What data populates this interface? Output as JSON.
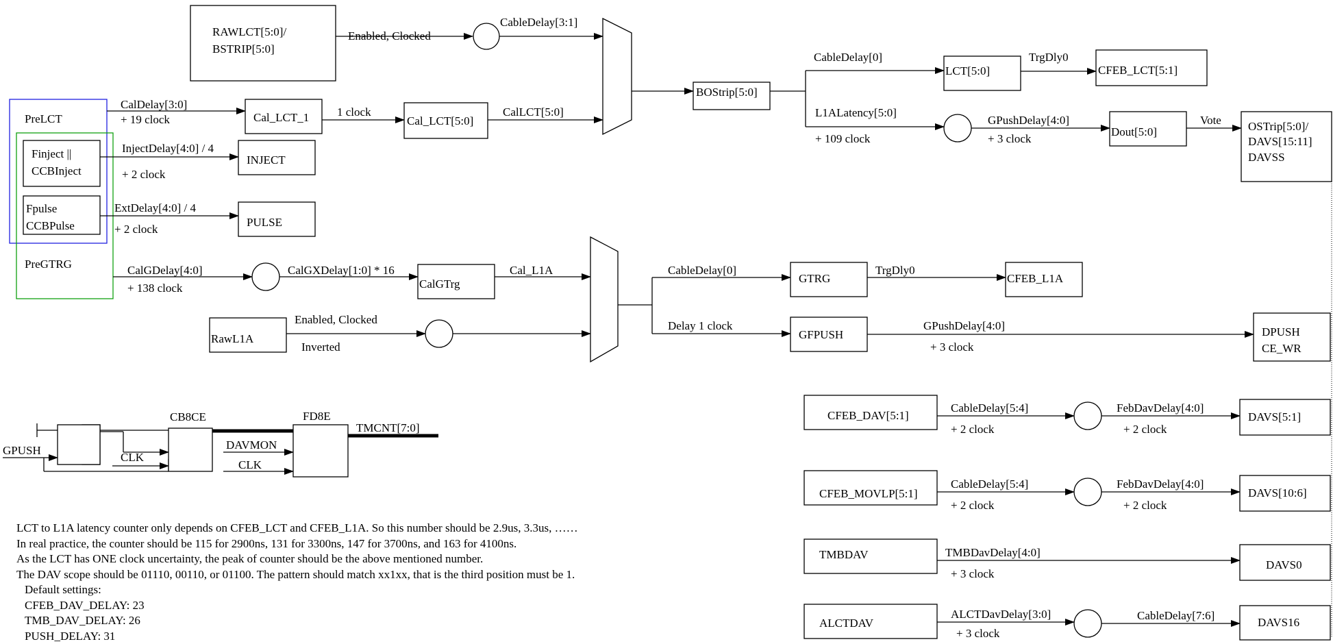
{
  "boxes": {
    "rawlct_l1": "RAWLCT[5:0]/",
    "rawlct_l2": "BSTRIP[5:0]",
    "prelct": "PreLCT",
    "pregtrg": "PreGTRG",
    "cal_lct_1": "Cal_LCT_1",
    "cal_lct": "Cal_LCT[5:0]",
    "finject_l1": "Finject ||",
    "finject_l2": "CCBInject",
    "inject": "INJECT",
    "fpulse_l1": "Fpulse",
    "fpulse_l2": "CCBPulse",
    "pulse": "PULSE",
    "bostrip": "BOStrip[5:0]",
    "lct": "LCT[5:0]",
    "cfeb_lct": "CFEB_LCT[5:1]",
    "dout": "Dout[5:0]",
    "ostrip_l1": "OSTrip[5:0]/",
    "ostrip_l2": "DAVS[15:11]",
    "ostrip_l3": "DAVSS",
    "calgtrg": "CalGTrg",
    "rawl1a": "RawL1A",
    "gtrg": "GTRG",
    "cfeb_l1a": "CFEB_L1A",
    "gfpush": "GFPUSH",
    "dpush_l1": "DPUSH",
    "dpush_l2": "CE_WR",
    "cfeb_dav": "CFEB_DAV[5:1]",
    "davs_5_1": "DAVS[5:1]",
    "cfeb_movlp": "CFEB_MOVLP[5:1]",
    "davs_10_6": "DAVS[10:6]",
    "tmbdav": "TMBDAV",
    "davs0": "DAVS0",
    "alctdav": "ALCTDAV",
    "davs16": "DAVS16",
    "cb8ce": "CB8CE",
    "fd8e": "FD8E"
  },
  "labels": {
    "enabled_clocked": "Enabled, Clocked",
    "cabledelay_3_1": "CableDelay[3:1]",
    "caldelay": "CalDelay[3:0]",
    "plus19": "+ 19 clock",
    "one_clock": "1 clock",
    "callct": "CalLCT[5:0]",
    "injectdelay": "InjectDelay[4:0] / 4",
    "plus2_inject": "+ 2 clock",
    "extdelay": "ExtDelay[4:0] / 4",
    "plus2_pulse": "+ 2 clock",
    "cabledelay0_top": "CableDelay[0]",
    "trgdly0_top": "TrgDly0",
    "l1alatency": "L1ALatency[5:0]",
    "plus109": "+ 109 clock",
    "gpushdelay_top": "GPushDelay[4:0]",
    "plus3_top": "+ 3 clock",
    "vote": "Vote",
    "calgdelay": "CalGDelay[4:0]",
    "plus138": "+ 138 clock",
    "calgxdelay": "CalGXDelay[1:0] * 16",
    "cal_l1a": "Cal_L1A",
    "enabled_clocked_2": "Enabled, Clocked",
    "inverted": "Inverted",
    "cabledelay0_mid": "CableDelay[0]",
    "trgdly0_mid": "TrgDly0",
    "delay1": "Delay 1 clock",
    "gpushdelay_mid": "GPushDelay[4:0]",
    "plus3_mid": "+ 3 clock",
    "cd54_a": "CableDelay[5:4]",
    "plus2_a": "+ 2 clock",
    "fdd_a": "FebDavDelay[4:0]",
    "plus2_a2": "+ 2 clock",
    "cd54_b": "CableDelay[5:4]",
    "plus2_b": "+ 2 clock",
    "fdd_b": "FebDavDelay[4:0]",
    "plus2_b2": "+ 2 clock",
    "tmbdavdelay": "TMBDavDelay[4:0]",
    "plus3_tmb": "+ 3 clock",
    "alctdavdelay": "ALCTDavDelay[3:0]",
    "plus3_alct": "+ 3 clock",
    "cabledelay76": "CableDelay[7:6]",
    "gpush": "GPUSH",
    "clk1": "CLK",
    "davmon": "DAVMON",
    "clk2": "CLK",
    "tmcnt": "TMCNT[7:0]"
  },
  "notes": {
    "line1": "LCT to L1A latency counter only depends on CFEB_LCT and CFEB_L1A.  So this number should be 2.9us, 3.3us, ……",
    "line2": "In real practice, the counter should be 115 for 2900ns, 131 for 3300ns, 147 for 3700ns, and 163 for 4100ns.",
    "line3": "As the LCT has ONE clock uncertainty, the peak of counter should be the above mentioned number.",
    "line4": "The DAV scope should be 01110, 00110, or 01100.  The pattern should match xx1xx, that is the third position must be 1.",
    "defaults_title": "Default settings:",
    "default1": "CFEB_DAV_DELAY: 23",
    "default2": "TMB_DAV_DELAY: 26",
    "default3": "PUSH_DELAY: 31"
  },
  "colors": {
    "prelct_outline": "#2020e0",
    "pregtrg_outline": "#10a010"
  }
}
